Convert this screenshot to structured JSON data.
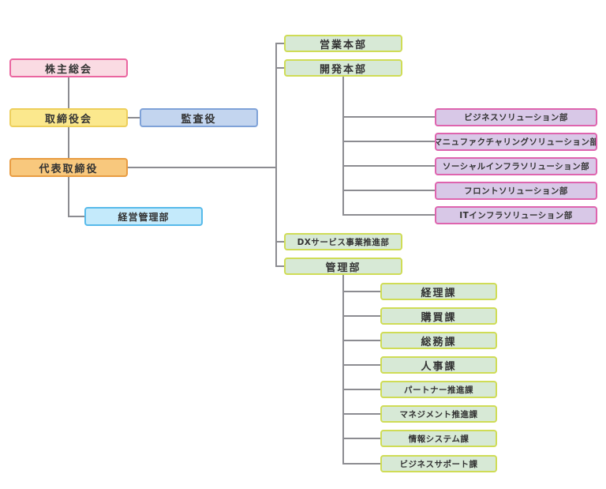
{
  "colors": {
    "connector": "#8c8c91",
    "text": "#333333",
    "pink_fill": "#fadbe3",
    "pink_border": "#ea66a0",
    "yellow_fill": "#fbe88d",
    "yellow_border": "#edcf5c",
    "blue_fill": "#c3d5ef",
    "blue_border": "#7fa2d8",
    "orange_fill": "#f8c87d",
    "orange_border": "#e89c42",
    "cyan_fill": "#c4eafb",
    "cyan_border": "#57baea",
    "green_fill": "#d7e9d6",
    "green_border": "#cfdc56",
    "purple_fill": "#d8c8e7",
    "purple_border": "#de64ae"
  },
  "org_chart": {
    "governance": {
      "shareholders_meeting": "株主総会",
      "board_of_directors": "取締役会",
      "auditor": "監査役",
      "representative_director": "代表取締役",
      "corporate_management_dept": "経営管理部"
    },
    "head_divisions": [
      "営業本部",
      "開発本部",
      "DXサービス事業推進部",
      "管理部"
    ],
    "development_departments": [
      "ビジネスソリューション部",
      "マニュファクチャリングソリューション部",
      "ソーシャルインフラソリューション部",
      "フロントソリューション部",
      "ITインフラソリューション部"
    ],
    "management_sections": [
      "経理課",
      "購買課",
      "総務課",
      "人事課",
      "パートナー推進課",
      "マネジメント推進課",
      "情報システム課",
      "ビジネスサポート課"
    ]
  }
}
